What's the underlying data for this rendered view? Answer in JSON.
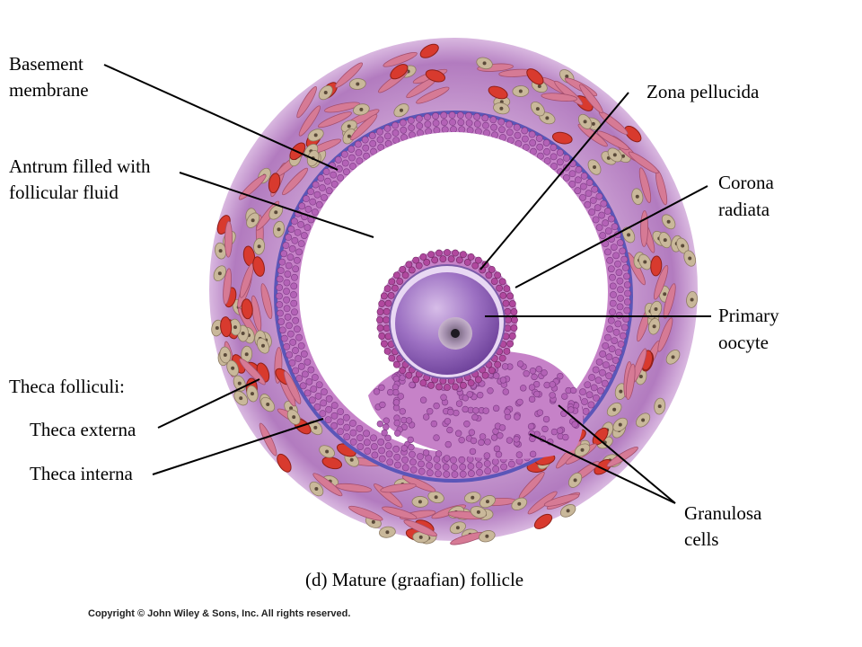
{
  "labels": {
    "basement_membrane": [
      "Basement",
      "membrane"
    ],
    "antrum": [
      "Antrum filled with",
      "follicular fluid"
    ],
    "theca_folliculi": "Theca folliculi:",
    "theca_externa": "Theca externa",
    "theca_interna": "Theca interna",
    "zona_pellucida": "Zona pellucida",
    "corona_radiata": [
      "Corona",
      "radiata"
    ],
    "primary_oocyte": [
      "Primary",
      "oocyte"
    ],
    "granulosa_cells": [
      "Granulosa",
      "cells"
    ]
  },
  "caption": "(d) Mature (graafian) follicle",
  "copyright": "Copyright © John Wiley & Sons, Inc. All rights reserved.",
  "colors": {
    "theca_purple": "#b27bbf",
    "theca_cell_tan": "#c9b89a",
    "theca_spindle_pink": "#d67a95",
    "blood_cell_red": "#d83a2e",
    "granulosa_purple": "#b362b6",
    "membrane_blue": "#5b56b8",
    "oocyte_violet": "#8a5fb6"
  }
}
